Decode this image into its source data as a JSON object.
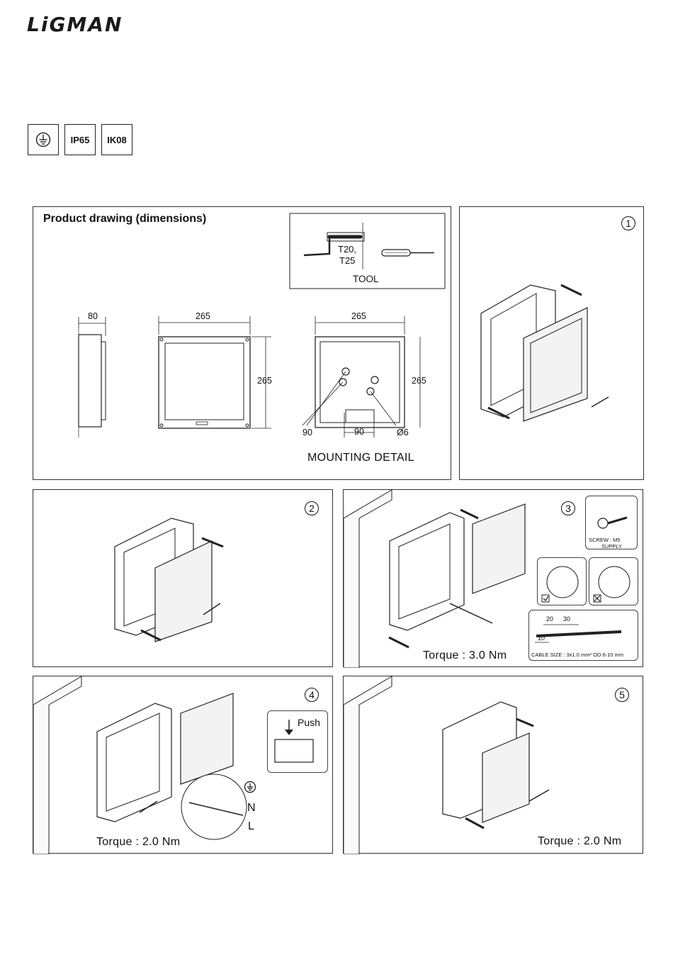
{
  "brand": "LiGMAN",
  "badges": {
    "earth": "earth-icon",
    "ip": "IP65",
    "ik": "IK08"
  },
  "drawing": {
    "title": "Product drawing (dimensions)",
    "tool": {
      "bits_line1": "T20,",
      "bits_line2": "T25",
      "label": "TOOL"
    },
    "side_depth": "80",
    "front_width": "265",
    "front_height": "265",
    "back_width": "265",
    "back_height": "265",
    "offset": "90",
    "spacing": "90",
    "hole": "Ø6",
    "mounting_label": "MOUNTING DETAIL"
  },
  "steps": {
    "s1": "1",
    "s2": "2",
    "s3": {
      "num": "3",
      "screw": "SCREW : M5",
      "supply": "SUPPLY",
      "strip1": "20",
      "strip2": "30",
      "strip3": "10",
      "cable": "CABLE SIZE : 3x1.0 mm² OD.6-10 mm",
      "torque": "Torque : 3.0 Nm"
    },
    "s4": {
      "num": "4",
      "push": "Push",
      "n": "N",
      "l": "L",
      "torque": "Torque : 2.0 Nm"
    },
    "s5": {
      "num": "5",
      "torque": "Torque : 2.0 Nm"
    }
  }
}
